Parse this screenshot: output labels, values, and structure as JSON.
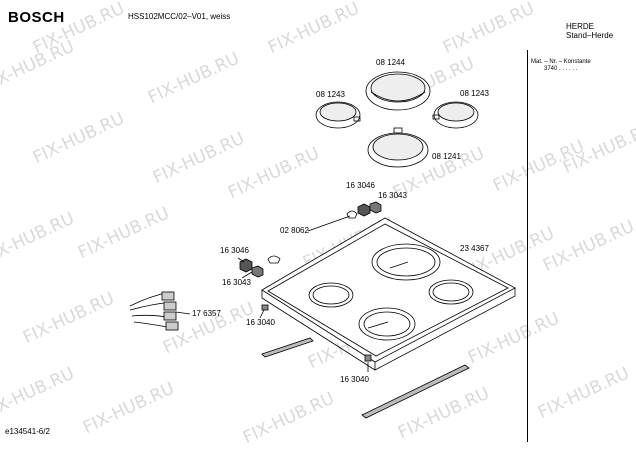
{
  "header": {
    "brand": "BOSCH",
    "model": "HSS102MCC/02–V01, weiss",
    "category": "HERDE",
    "subcategory": "Stand–Herde"
  },
  "material_note": {
    "line1": "Mat. – Nr. – Konstante",
    "line2": "3740 . . . . . ."
  },
  "footer": {
    "doc_id": "e134541-6/2"
  },
  "watermark": "FIX-HUB.RU",
  "labels": {
    "p_081244": "08 1244",
    "p_081243_left": "08 1243",
    "p_081243_right": "08 1243",
    "p_081241": "08 1241",
    "p_163046_top": "16 3046",
    "p_163043_top": "16 3043",
    "p_028062": "02 8062",
    "p_234367": "23 4367",
    "p_163046_left": "16 3046",
    "p_163043_left": "16 3043",
    "p_176357": "17 6357",
    "p_163040_left": "16 3040",
    "p_163040_bottom": "16 3040"
  }
}
